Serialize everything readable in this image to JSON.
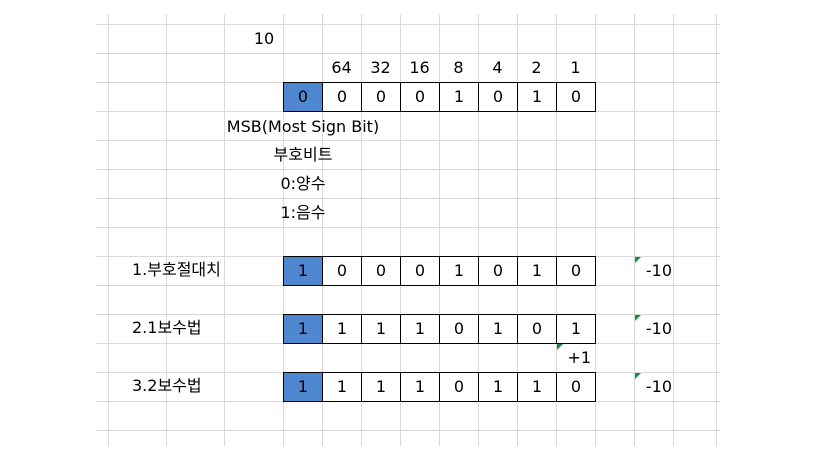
{
  "value_label": "10",
  "weights": [
    "64",
    "32",
    "16",
    "8",
    "4",
    "2",
    "1"
  ],
  "base_bits": [
    "0",
    "0",
    "0",
    "0",
    "1",
    "0",
    "1",
    "0"
  ],
  "notes": {
    "msb": "MSB(Most Sign Bit)",
    "sign_bit": "부호비트",
    "positive": "0:양수",
    "negative": "1:음수"
  },
  "rows": [
    {
      "label": "1.부호절대치",
      "bits": [
        "1",
        "0",
        "0",
        "0",
        "1",
        "0",
        "1",
        "0"
      ],
      "result": "-10"
    },
    {
      "label": "2.1보수법",
      "bits": [
        "1",
        "1",
        "1",
        "1",
        "0",
        "1",
        "0",
        "1"
      ],
      "result": "-10"
    },
    {
      "label": "3.2보수법",
      "bits": [
        "1",
        "1",
        "1",
        "1",
        "0",
        "1",
        "1",
        "0"
      ],
      "result": "-10"
    }
  ],
  "plus_one": "+1",
  "colors": {
    "sign_bit_fill": "#4f86d0",
    "grid": "#d9d9d9",
    "comment_marker": "#1e8a3a"
  }
}
